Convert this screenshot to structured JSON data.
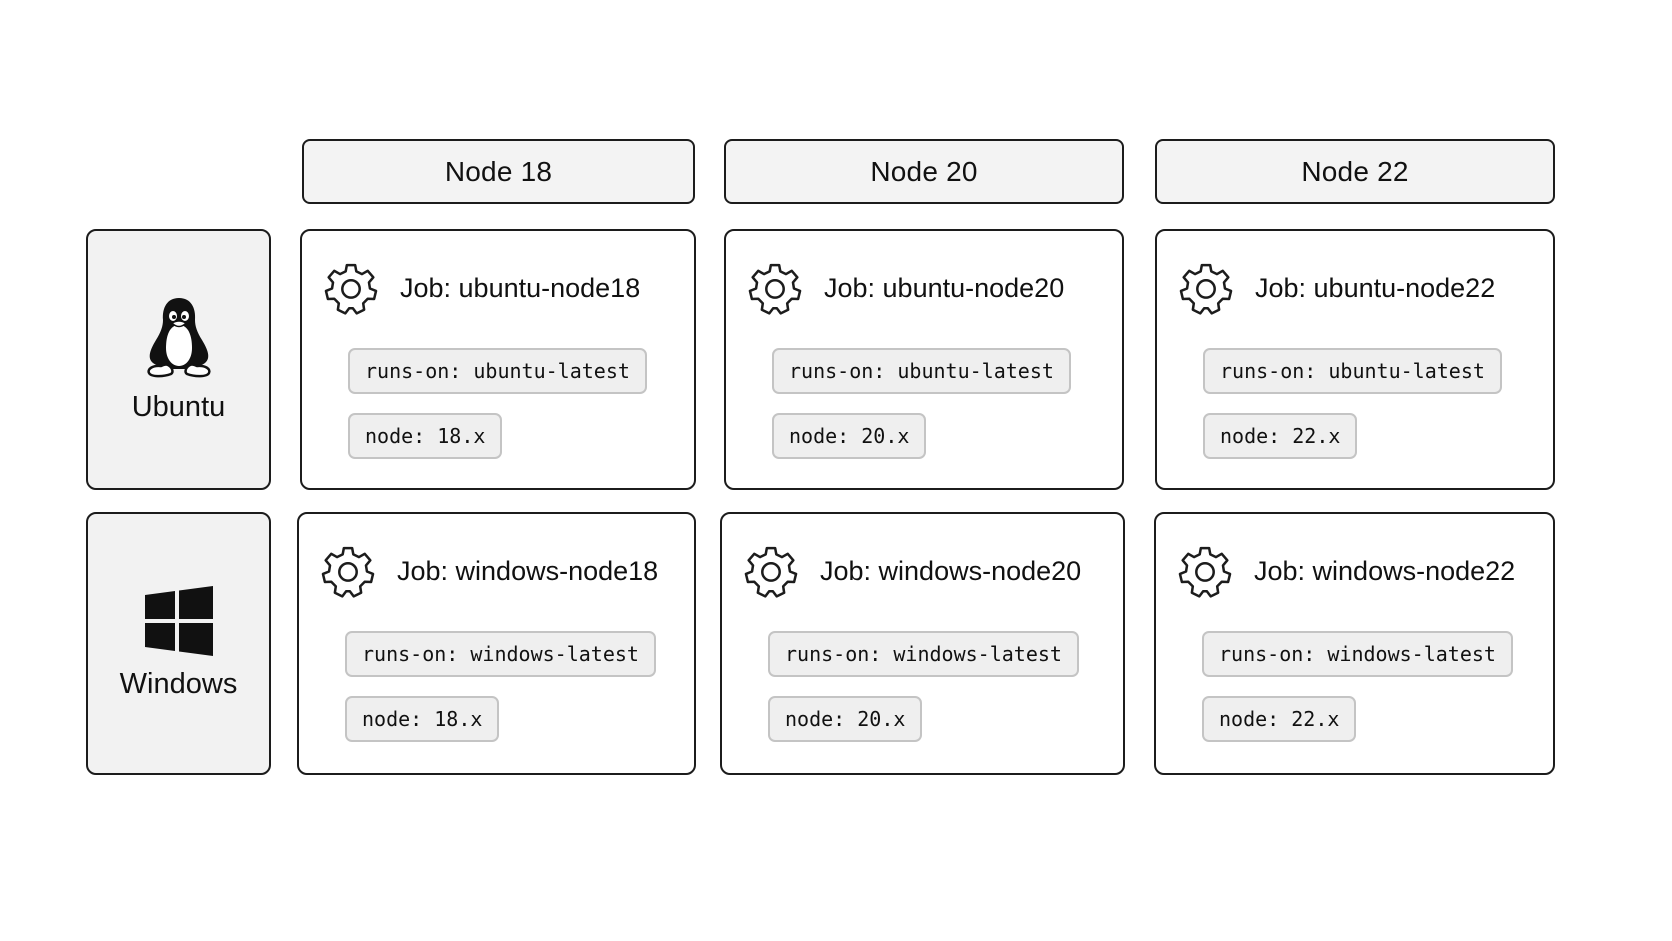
{
  "columns": [
    {
      "label": "Node 18"
    },
    {
      "label": "Node 20"
    },
    {
      "label": "Node 22"
    }
  ],
  "rows": [
    {
      "label": "Ubuntu",
      "icon": "linux-penguin-icon"
    },
    {
      "label": "Windows",
      "icon": "windows-logo-icon"
    }
  ],
  "jobs": [
    [
      {
        "title": "Job: ubuntu-node18",
        "runs_on": "runs-on: ubuntu-latest",
        "node": "node: 18.x"
      },
      {
        "title": "Job: ubuntu-node20",
        "runs_on": "runs-on: ubuntu-latest",
        "node": "node: 20.x"
      },
      {
        "title": "Job: ubuntu-node22",
        "runs_on": "runs-on: ubuntu-latest",
        "node": "node: 22.x"
      }
    ],
    [
      {
        "title": "Job: windows-node18",
        "runs_on": "runs-on: windows-latest",
        "node": "node: 18.x"
      },
      {
        "title": "Job: windows-node20",
        "runs_on": "runs-on: windows-latest",
        "node": "node: 20.x"
      },
      {
        "title": "Job: windows-node22",
        "runs_on": "runs-on: windows-latest",
        "node": "node: 22.x"
      }
    ]
  ],
  "icons": {
    "job": "gear-icon"
  },
  "colors": {
    "border": "#1c1c1c",
    "header_fill": "#f3f3f3",
    "pill_fill": "#efefef",
    "pill_border": "#c4c4c4"
  }
}
